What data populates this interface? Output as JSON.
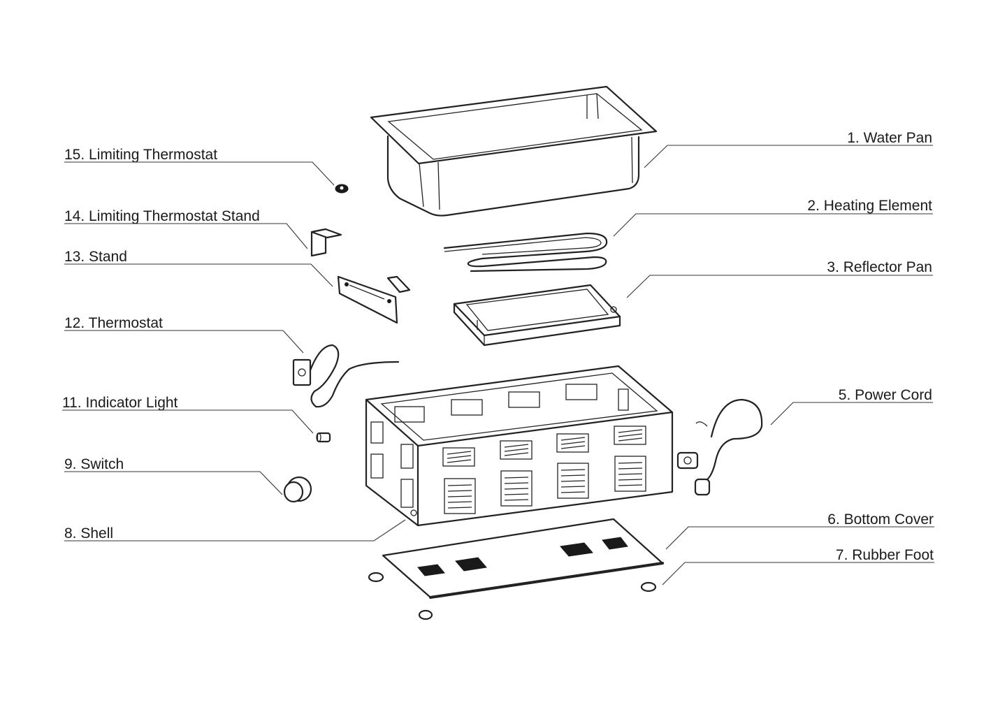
{
  "labels": {
    "l1": "1. Water Pan",
    "l2": "2. Heating Element",
    "l3": "3. Reflector Pan",
    "l5": "5. Power Cord",
    "l6": "6. Bottom Cover",
    "l7": "7. Rubber Foot",
    "l8": "8. Shell",
    "l9": "9. Switch",
    "l11": "11. Indicator Light",
    "l12": "12. Thermostat",
    "l13": "13. Stand",
    "l14": "14. Limiting Thermostat Stand",
    "l15": "15. Limiting Thermostat"
  }
}
